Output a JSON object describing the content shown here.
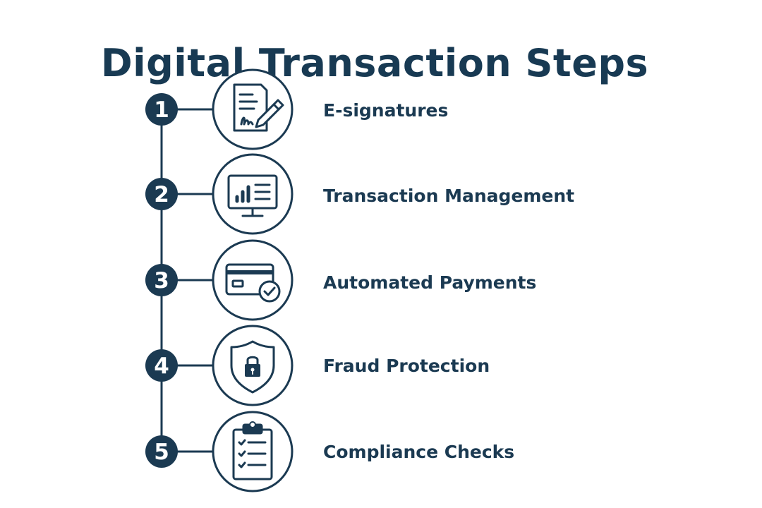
{
  "title": "Digital Transaction Steps",
  "colors": {
    "primary": "#1b3a52",
    "background": "#ffffff"
  },
  "steps": [
    {
      "number": "1",
      "label": "E-signatures",
      "icon": "document-signature-icon"
    },
    {
      "number": "2",
      "label": "Transaction Management",
      "icon": "monitor-dashboard-icon"
    },
    {
      "number": "3",
      "label": "Automated Payments",
      "icon": "credit-card-check-icon"
    },
    {
      "number": "4",
      "label": "Fraud Protection",
      "icon": "shield-lock-icon"
    },
    {
      "number": "5",
      "label": "Compliance Checks",
      "icon": "clipboard-checklist-icon"
    }
  ]
}
